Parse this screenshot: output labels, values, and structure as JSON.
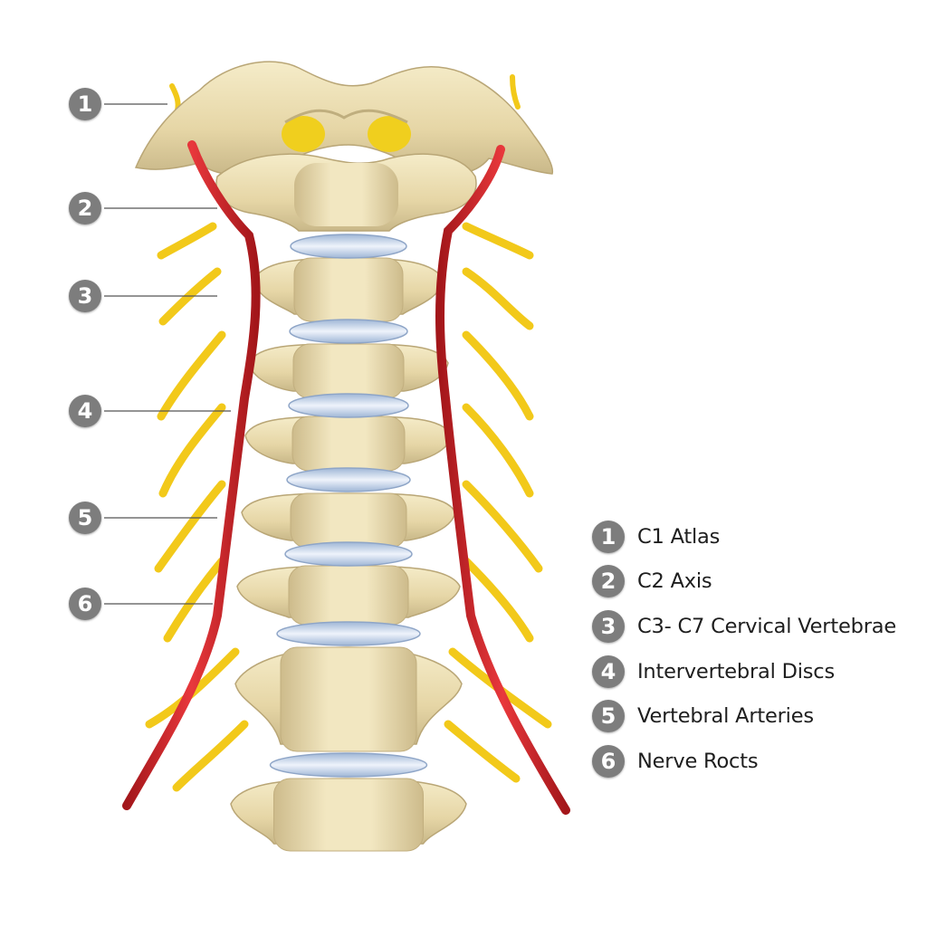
{
  "callouts": [
    {
      "number": "1"
    },
    {
      "number": "2"
    },
    {
      "number": "3"
    },
    {
      "number": "4"
    },
    {
      "number": "5"
    },
    {
      "number": "6"
    }
  ],
  "legend": [
    {
      "number": "1",
      "label": "C1 Atlas"
    },
    {
      "number": "2",
      "label": "C2 Axis"
    },
    {
      "number": "3",
      "label": "C3- C7 Cervical Vertebrae"
    },
    {
      "number": "4",
      "label": "Intervertebral Discs"
    },
    {
      "number": "5",
      "label": "Vertebral Arteries"
    },
    {
      "number": "6",
      "label": "Nerve Rocts"
    }
  ],
  "colors": {
    "bone": "#ede0b6",
    "bone_shadow": "#c9b889",
    "disc": "#c7d8ee",
    "nerve": "#f2c91a",
    "artery": "#d6282c",
    "callout": "#7d7d7d"
  }
}
